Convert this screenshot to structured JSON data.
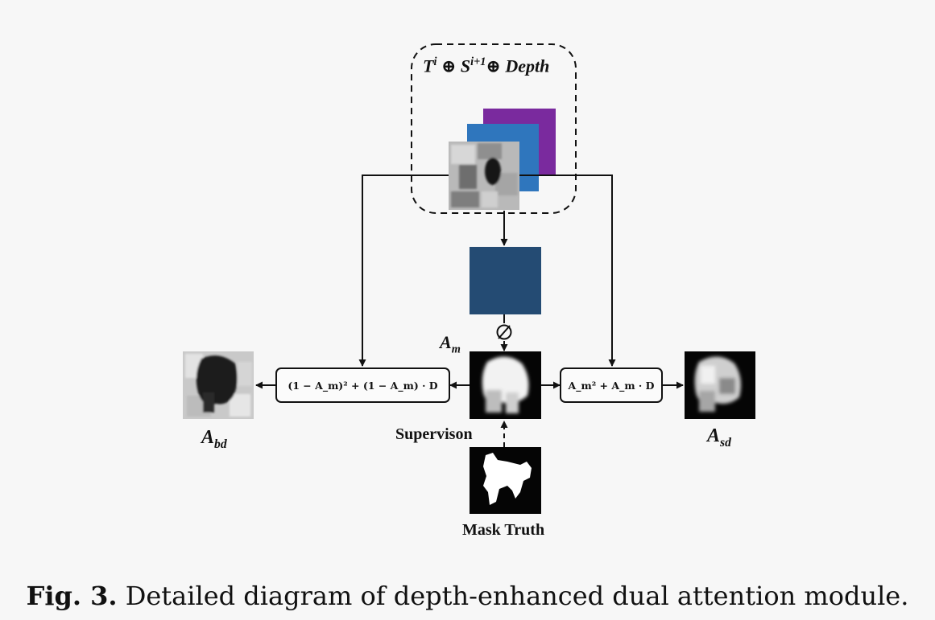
{
  "input_label": {
    "t": "T",
    "t_sup": "i",
    "s": "S",
    "s_sup": "i+1",
    "oplus": "⊕",
    "depth": "Depth"
  },
  "am_label": {
    "base": "A",
    "sub": "m"
  },
  "boxes": {
    "left_formula": "(1 − A_m)² + (1 − A_m) · D",
    "right_formula": "A_m² + A_m · D"
  },
  "abd_label": {
    "base": "A",
    "sub": "bd"
  },
  "asd_label": {
    "base": "A",
    "sub": "sd"
  },
  "supervision_label": "Supervison",
  "mask_label": "Mask Truth",
  "sigmoid_symbol": "∅",
  "caption": {
    "prefix": "Fig. 3.",
    "text": "Detailed diagram of depth-enhanced dual attention module."
  },
  "colors": {
    "purple": "#7a2a9e",
    "blue": "#2f76bd",
    "navy": "#244b73"
  }
}
